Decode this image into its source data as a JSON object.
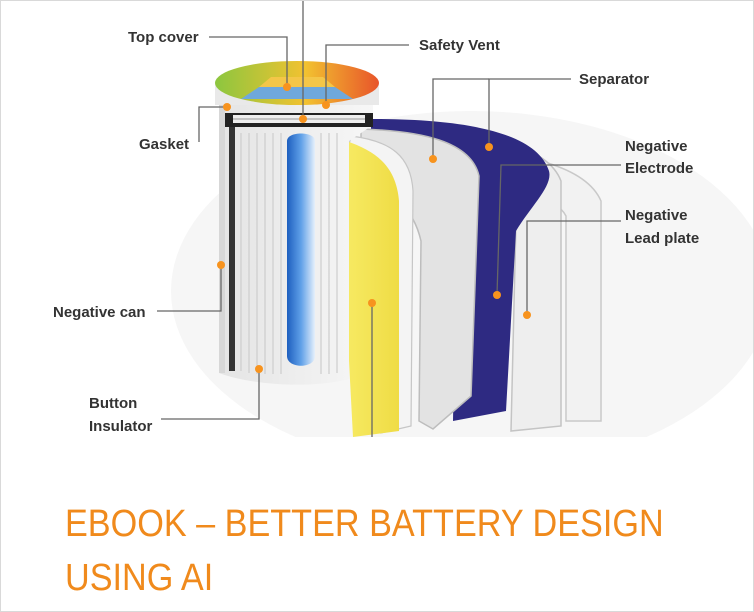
{
  "colors": {
    "accent": "#f08a1c",
    "marker": "#f7931e",
    "leader": "#666666",
    "yellow_electrode": "#f3e35a",
    "negative_electrode": "#2e2a82",
    "separator": "#d9d9d9",
    "core": "#2f7bd6"
  },
  "diagram": {
    "labels": {
      "top_cover": "Top cover",
      "safety_vent": "Safety Vent",
      "separator": "Separator",
      "gasket": "Gasket",
      "negative_electrode_1": "Negative",
      "negative_electrode_2": "Electrode",
      "negative_lead_plate_1": "Negative",
      "negative_lead_plate_2": "Lead plate",
      "negative_can": "Negative can",
      "button_insulator_1": "Button",
      "button_insulator_2": "Insulator"
    }
  },
  "caption": {
    "title": "EBOOK – BETTER BATTERY DESIGN USING AI"
  }
}
